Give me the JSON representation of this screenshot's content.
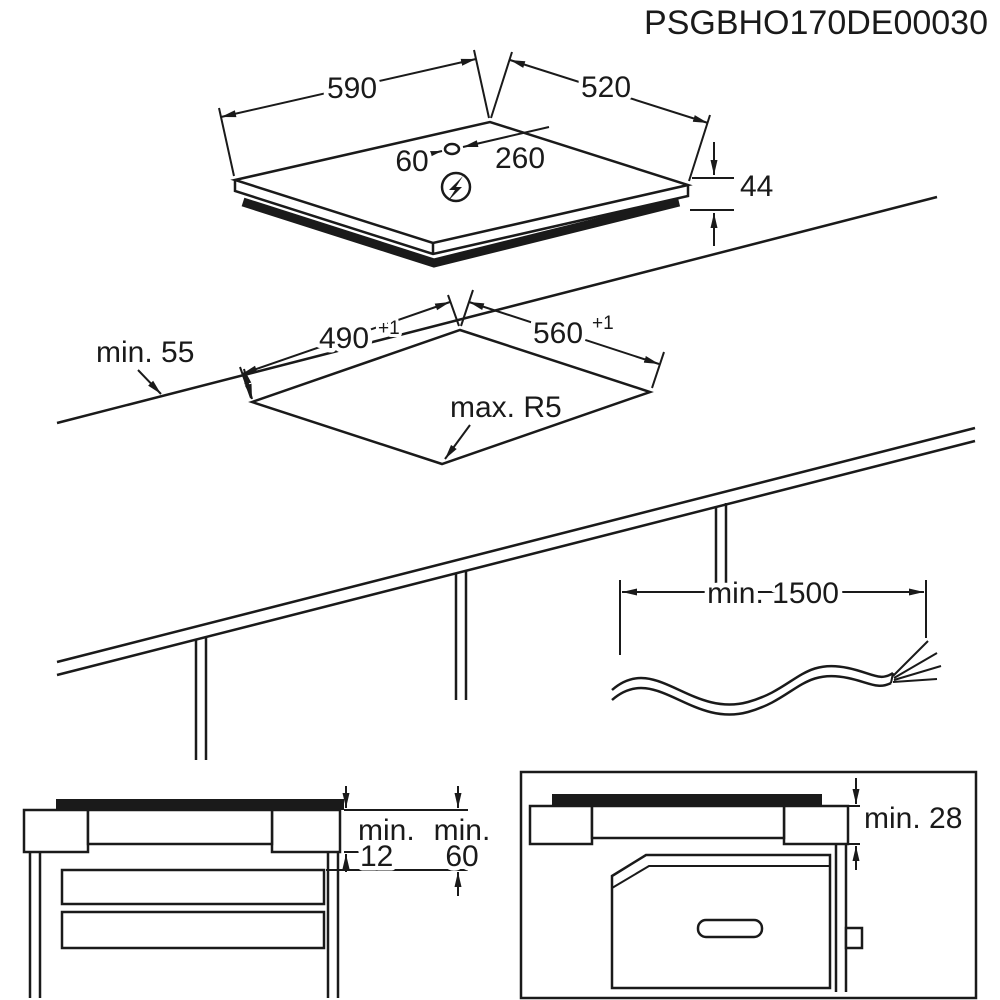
{
  "title": "PSGBHO170DE00030",
  "colors": {
    "line": "#1a1a1a",
    "background": "#ffffff"
  },
  "hob": {
    "width": "590",
    "depth": "520",
    "height": "44",
    "connection_offset_left": "60",
    "connection_offset_right": "260",
    "connection_icon": "lightning-bolt"
  },
  "cutout": {
    "depth": "490",
    "depth_tolerance": "+1",
    "width": "560",
    "width_tolerance": "+1",
    "rear_clearance": "min. 55",
    "corner_radius": "max. R5"
  },
  "cable": {
    "length": "min. 1500"
  },
  "section_drawer": {
    "clearance_1_label": "min.",
    "clearance_1_value": "12",
    "clearance_2_label": "min.",
    "clearance_2_value": "60"
  },
  "section_oven": {
    "clearance": "min. 28"
  }
}
